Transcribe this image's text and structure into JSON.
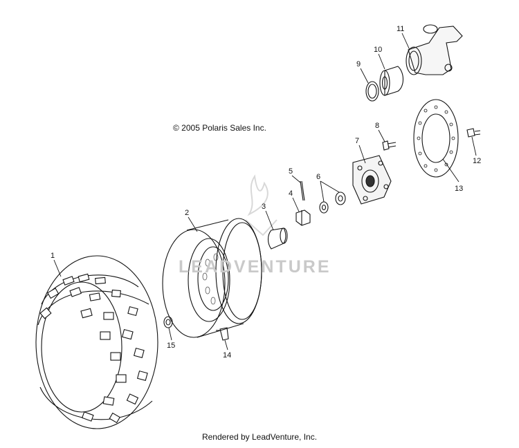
{
  "copyright": "© 2005 Polaris Sales Inc.",
  "footer": "Rendered by LeadVenture, Inc.",
  "watermark": "LEADVENTURE",
  "callouts": [
    {
      "id": "1",
      "label": "1"
    },
    {
      "id": "2",
      "label": "2"
    },
    {
      "id": "3",
      "label": "3"
    },
    {
      "id": "4",
      "label": "4"
    },
    {
      "id": "5",
      "label": "5"
    },
    {
      "id": "6",
      "label": "6"
    },
    {
      "id": "7",
      "label": "7"
    },
    {
      "id": "8",
      "label": "8"
    },
    {
      "id": "9",
      "label": "9"
    },
    {
      "id": "10",
      "label": "10"
    },
    {
      "id": "11",
      "label": "11"
    },
    {
      "id": "12",
      "label": "12"
    },
    {
      "id": "13",
      "label": "13"
    },
    {
      "id": "14",
      "label": "14"
    },
    {
      "id": "15",
      "label": "15"
    }
  ]
}
